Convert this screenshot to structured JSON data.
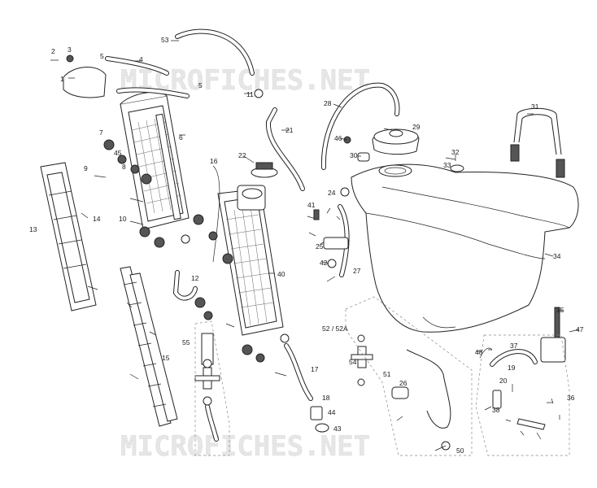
{
  "watermark": {
    "top": "MICROFICHES.NET",
    "bottom": "MICROFICHES.NET"
  },
  "group_label": "52 / 52A",
  "callouts": [
    "1",
    "2",
    "3",
    "4",
    "5",
    "5",
    "6",
    "7",
    "8",
    "9",
    "10",
    "11",
    "12",
    "13",
    "14",
    "15",
    "16",
    "17",
    "18",
    "19",
    "20",
    "21",
    "22",
    "24",
    "25",
    "26",
    "27",
    "28",
    "29",
    "30",
    "31",
    "32",
    "33",
    "34",
    "35",
    "36",
    "37",
    "38",
    "40",
    "41",
    "42",
    "43",
    "44",
    "45",
    "46",
    "47",
    "48",
    "50",
    "51",
    "53",
    "54",
    "55"
  ]
}
